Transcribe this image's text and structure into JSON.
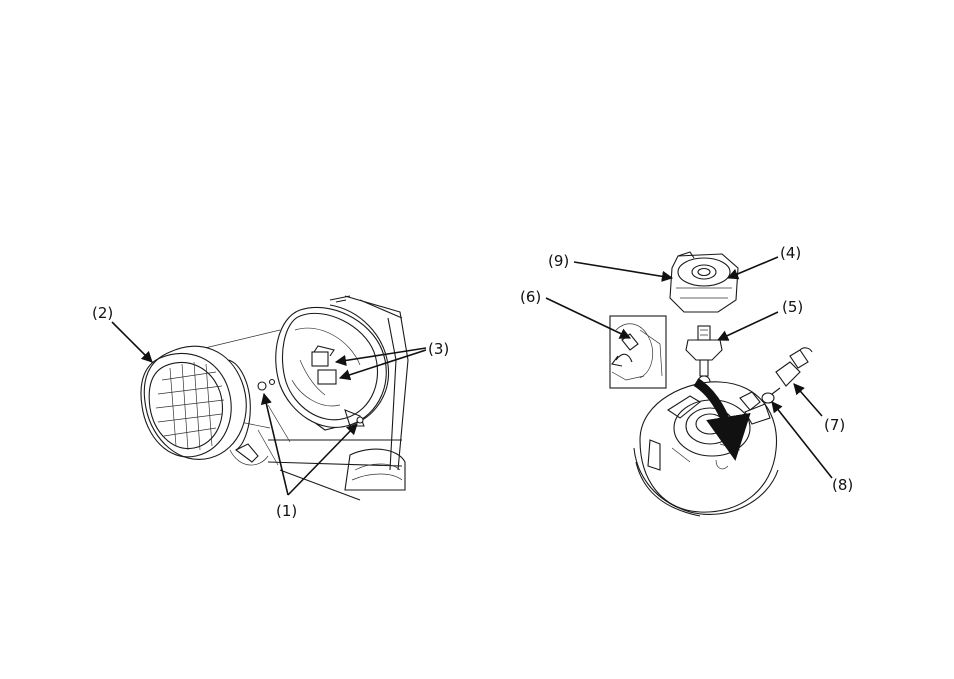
{
  "labels": {
    "l1": "(1)",
    "l2": "(2)",
    "l3": "(3)",
    "l4": "(4)",
    "l5": "(5)",
    "l6": "(6)",
    "l7": "(7)",
    "l8": "(8)",
    "l9": "(9)"
  },
  "icons": {
    "left_figure": "headlight-housing-assembly",
    "right_figure": "headlight-bulb-replacement"
  }
}
